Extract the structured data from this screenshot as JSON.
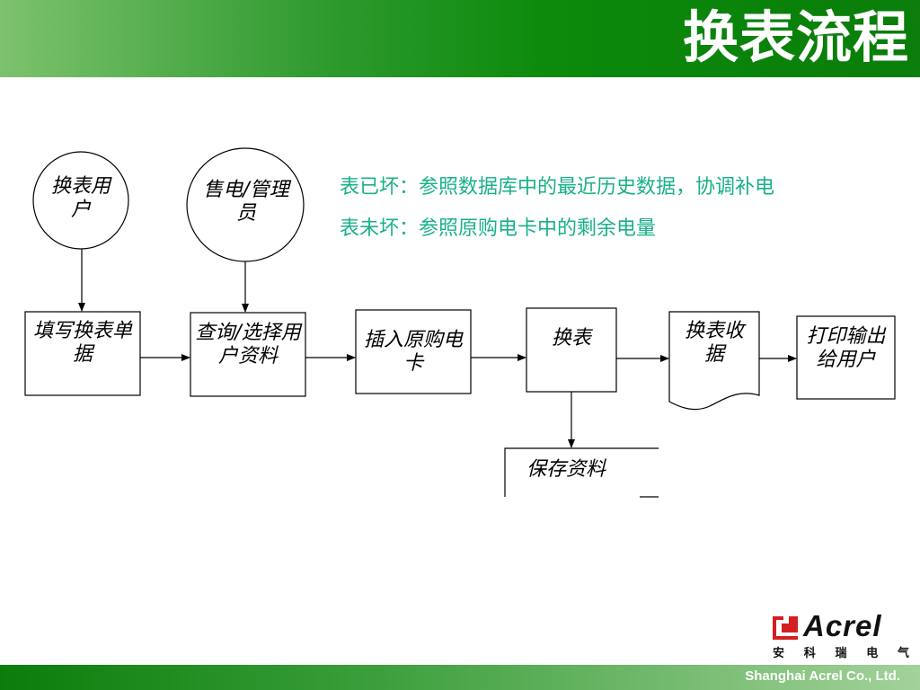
{
  "header": {
    "title": "换表流程"
  },
  "footer": {
    "company": "Shanghai Acrel Co., Ltd."
  },
  "logo": {
    "word": "Acrel",
    "sub": [
      "安",
      "科",
      "瑞",
      "电",
      "气"
    ],
    "accent_color": "#d42020"
  },
  "colors": {
    "header_green": "#0a7d0a",
    "note_teal": "#1ab08a"
  },
  "diagram": {
    "actors": {
      "user": "换表用户",
      "operator": "售电/管理员"
    },
    "steps": {
      "fill_form": "填写换表单据",
      "query_user": "查询/选择用户资料",
      "insert_card": "插入原购电卡",
      "replace_meter": "换表",
      "receipt": "换表收据",
      "print_out": "打印输出给用户",
      "save_data": "保存资料"
    }
  },
  "notes": {
    "broken": "表已坏：参照数据库中的最近历史数据，协调补电",
    "not_broken": "表未坏：参照原购电卡中的剩余电量"
  }
}
